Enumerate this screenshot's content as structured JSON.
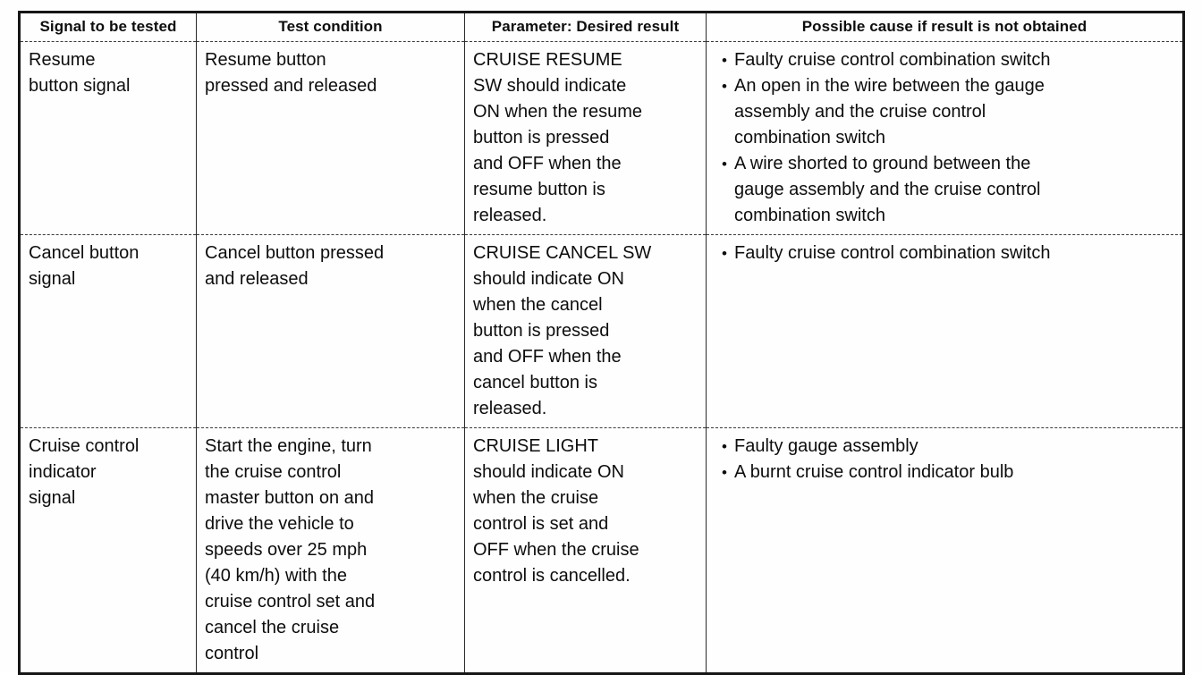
{
  "table": {
    "headers": [
      "Signal to be tested",
      "Test condition",
      "Parameter: Desired result",
      "Possible cause if result is not obtained"
    ],
    "rows": [
      {
        "signal": "Resume\nbutton signal",
        "condition": "Resume button\npressed and released",
        "result": "CRUISE RESUME\nSW should indicate\nON when the resume\nbutton is pressed\nand OFF when the\nresume button is\nreleased.",
        "causes": [
          "Faulty cruise control combination switch",
          "An open in the wire between the gauge\nassembly and the cruise control\ncombination switch",
          "A wire shorted to ground between the\ngauge assembly and the cruise control\ncombination switch"
        ]
      },
      {
        "signal": "Cancel button\nsignal",
        "condition": "Cancel button pressed\nand released",
        "result": "CRUISE CANCEL SW\nshould indicate ON\nwhen the cancel\nbutton is pressed\nand OFF when the\ncancel button is\nreleased.",
        "causes": [
          "Faulty cruise control combination switch"
        ]
      },
      {
        "signal": "Cruise control\nindicator\nsignal",
        "condition": "Start the engine, turn\nthe cruise control\nmaster button on and\ndrive the vehicle to\nspeeds over 25 mph\n(40 km/h) with the\ncruise control set and\ncancel the cruise\ncontrol",
        "result": "CRUISE LIGHT\nshould indicate ON\nwhen the cruise\ncontrol is set and\nOFF when the cruise\ncontrol is cancelled.",
        "causes": [
          "Faulty gauge assembly",
          "A burnt cruise control indicator bulb"
        ]
      }
    ],
    "bullet_glyph": "•"
  }
}
